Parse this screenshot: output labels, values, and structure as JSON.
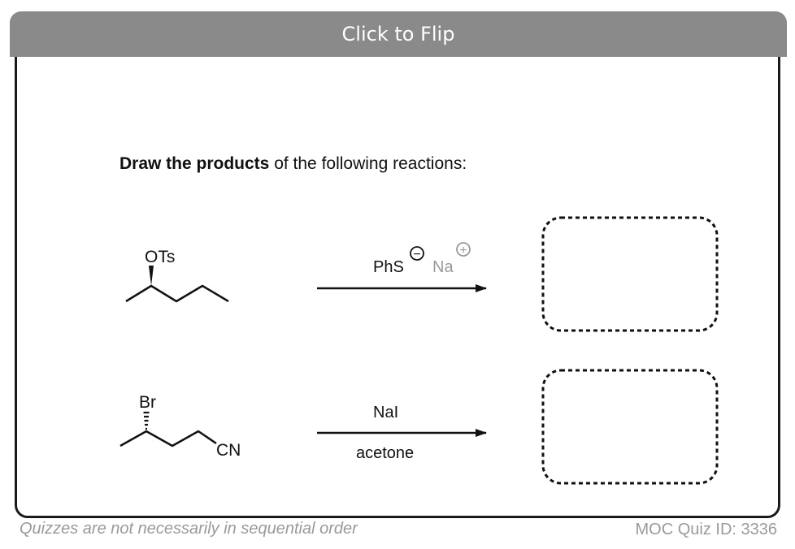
{
  "header": {
    "flip_label": "Click to Flip"
  },
  "question": {
    "bold": "Draw the products",
    "rest": " of the following reactions:"
  },
  "reaction1": {
    "substituent": "OTs",
    "reagent_main": "PhS",
    "reagent_counter": "Na",
    "reagent_main_charge": "−",
    "reagent_counter_charge": "+"
  },
  "reaction2": {
    "substituent": "Br",
    "group": "CN",
    "reagent": "NaI",
    "solvent": "acetone"
  },
  "footer": {
    "note": "Quizzes are not necessarily in sequential order",
    "quiz_id": "MOC Quiz ID: 3336"
  },
  "colors": {
    "header_bar": "#8a8a8a",
    "counter_ion": "#9a9a9a",
    "footer_text": "#9a9a9a"
  }
}
